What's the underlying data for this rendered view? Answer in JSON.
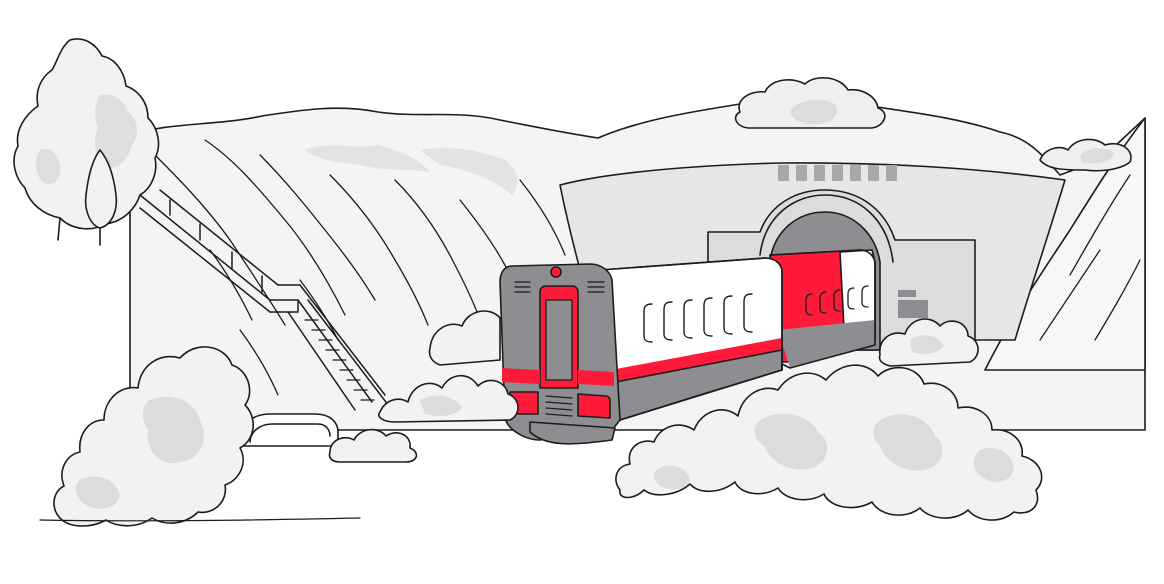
{
  "illustration": {
    "subject": "",
    "palette": {
      "background": "#ffffff",
      "ink": "#1c1c1c",
      "light_gray": "#ececec",
      "mid_gray": "#dcdcdc",
      "train_gray": "#8f8f93",
      "accent_red": "#ff1a3a"
    },
    "elements": [
      "mountain-ridge",
      "tree",
      "staircase",
      "tunnel-portal",
      "train",
      "bush",
      "culvert"
    ]
  }
}
